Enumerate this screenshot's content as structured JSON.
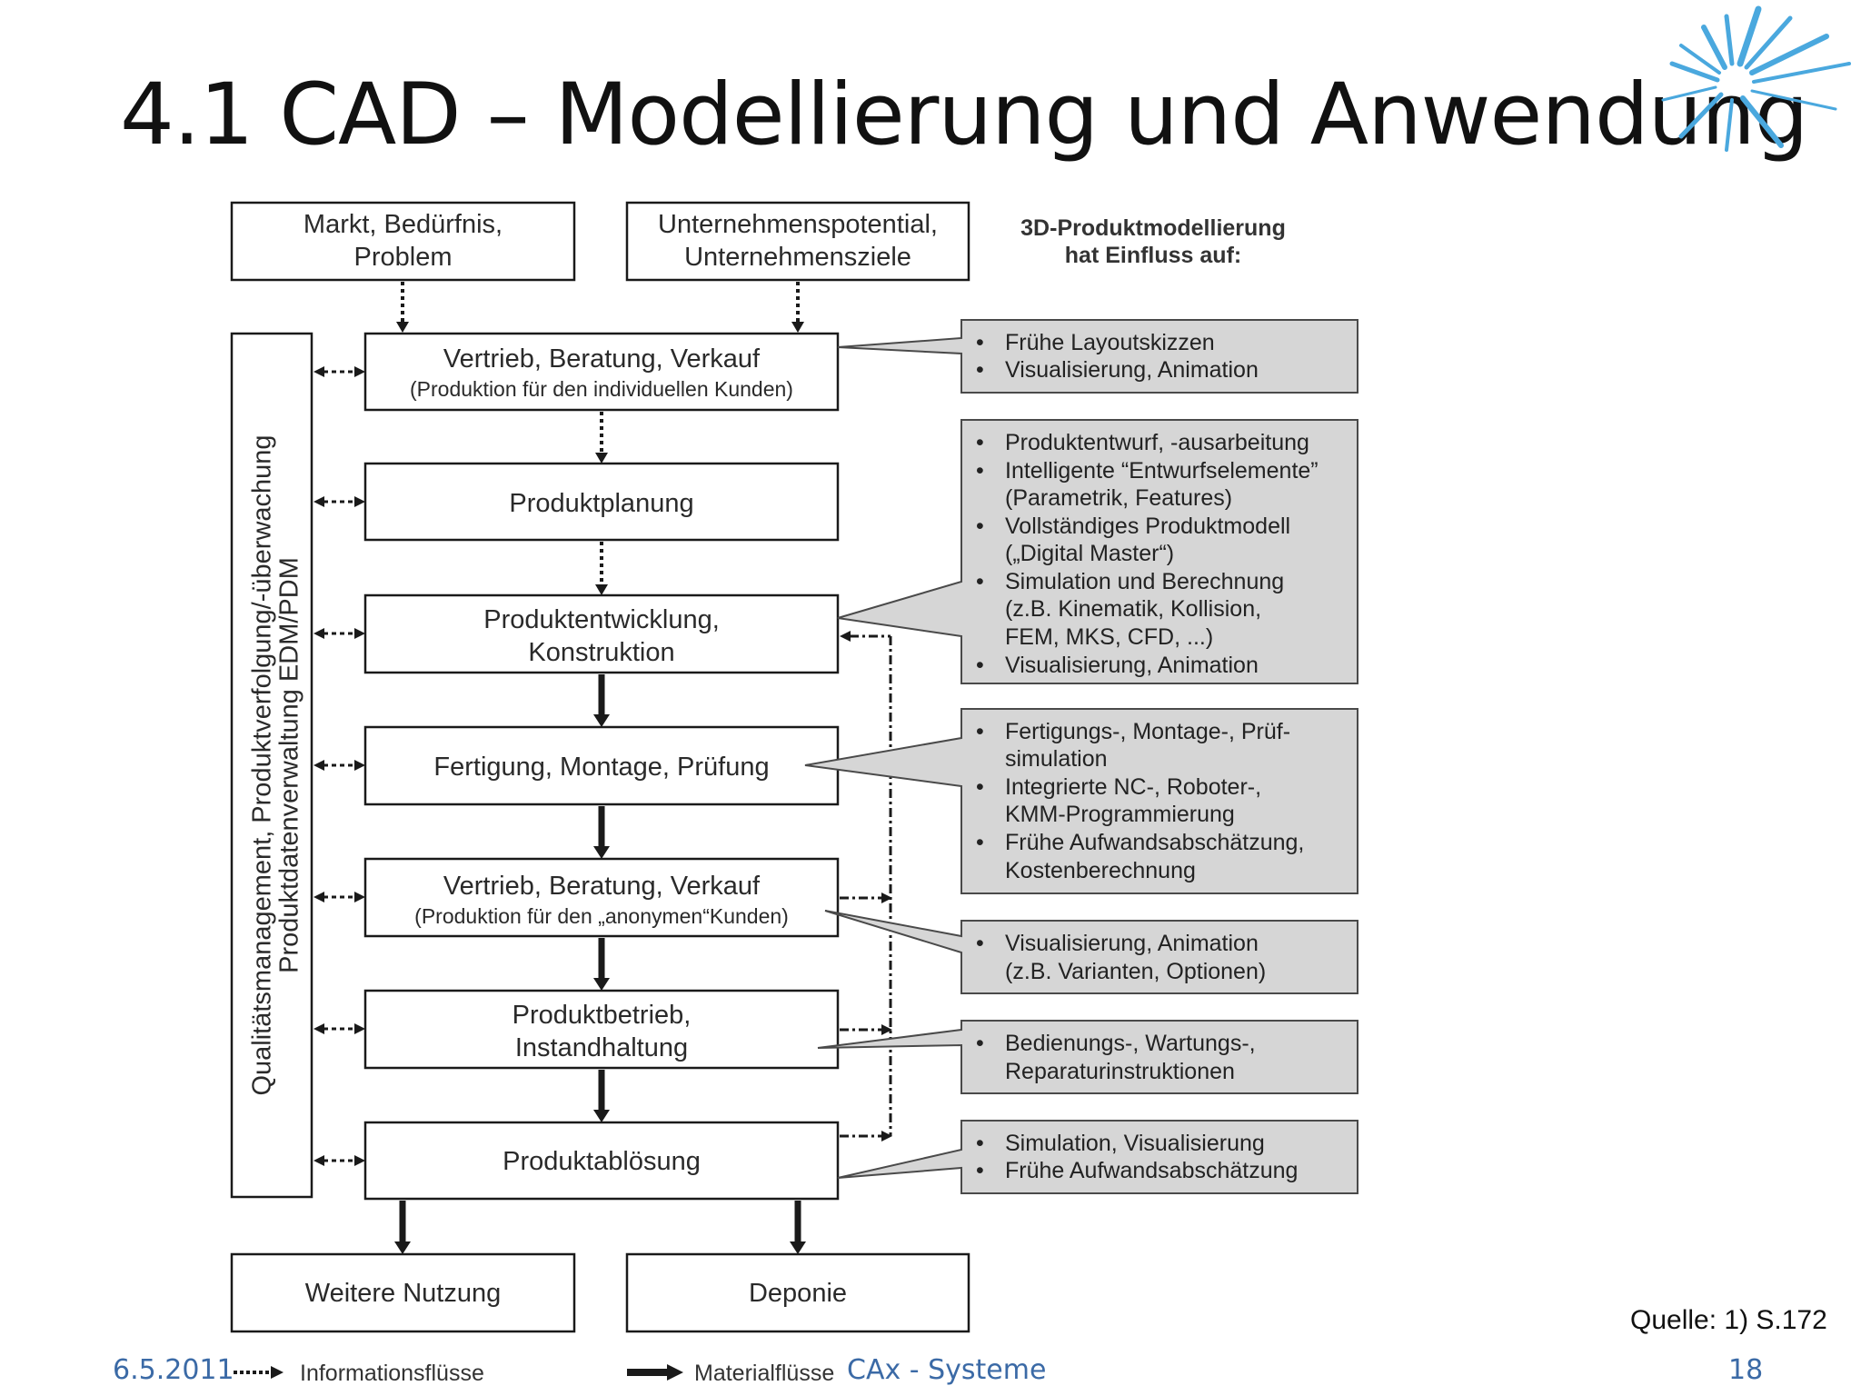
{
  "slide": {
    "title": "4.1 CAD – Modellierung und Anwendung",
    "date": "6.5.2011",
    "course": "CAx - Systeme",
    "page": "18",
    "source": "Quelle: 1) S.172"
  },
  "colors": {
    "footer": "#3b6aa6",
    "callout_fill": "#d6d6d6",
    "stroke": "#1a1a1a",
    "logo": "#4aa8de"
  },
  "diagram": {
    "top_left": [
      "Markt, Bedürfnis,",
      "Problem"
    ],
    "top_right": [
      "Unternehmenspotential,",
      "Unternehmensziele"
    ],
    "heading": [
      "3D-Produktmodellierung",
      "hat Einfluss auf:"
    ],
    "side_bar": [
      "Qualitätsmanagement, Produktverfolgung/-überwachung",
      "Produktdatenverwaltung EDM/PDM"
    ],
    "stages": [
      {
        "lines": [
          "Vertrieb, Beratung, Verkauf"
        ],
        "sub": "(Produktion für den individuellen Kunden)"
      },
      {
        "lines": [
          "Produktplanung"
        ],
        "sub": ""
      },
      {
        "lines": [
          "Produktentwicklung,",
          "Konstruktion"
        ],
        "sub": ""
      },
      {
        "lines": [
          "Fertigung, Montage, Prüfung"
        ],
        "sub": ""
      },
      {
        "lines": [
          "Vertrieb, Beratung, Verkauf"
        ],
        "sub": "(Produktion für den „anonymen“Kunden)"
      },
      {
        "lines": [
          "Produktbetrieb,",
          "Instandhaltung"
        ],
        "sub": ""
      },
      {
        "lines": [
          "Produktablösung"
        ],
        "sub": ""
      }
    ],
    "bottom_left": "Weitere Nutzung",
    "bottom_right": "Deponie",
    "callouts": [
      {
        "items": [
          [
            "Frühe Layoutskizzen"
          ],
          [
            "Visualisierung, Animation"
          ]
        ]
      },
      {
        "items": [
          [
            "Produktentwurf, -ausarbeitung"
          ],
          [
            "Intelligente “Entwurfselemente”",
            "(Parametrik, Features)"
          ],
          [
            "Vollständiges Produktmodell",
            "(„Digital Master“)"
          ],
          [
            "Simulation und Berechnung",
            "(z.B. Kinematik, Kollision,",
            "FEM, MKS, CFD, ...)"
          ],
          [
            "Visualisierung, Animation"
          ]
        ]
      },
      {
        "items": [
          [
            "Fertigungs-, Montage-, Prüf-",
            "simulation"
          ],
          [
            "Integrierte NC-, Roboter-,",
            "KMM-Programmierung"
          ],
          [
            "Frühe Aufwandsabschätzung,",
            "Kostenberechnung"
          ]
        ]
      },
      {
        "items": [
          [
            "Visualisierung, Animation",
            "(z.B. Varianten, Optionen)"
          ]
        ]
      },
      {
        "items": [
          [
            "Bedienungs-, Wartungs-,",
            "Reparaturinstruktionen"
          ]
        ]
      },
      {
        "items": [
          [
            "Simulation, Visualisierung"
          ],
          [
            "Frühe Aufwandsabschätzung"
          ]
        ]
      }
    ],
    "legend": {
      "info": "Informationsflüsse",
      "material": "Materialflüsse"
    }
  }
}
